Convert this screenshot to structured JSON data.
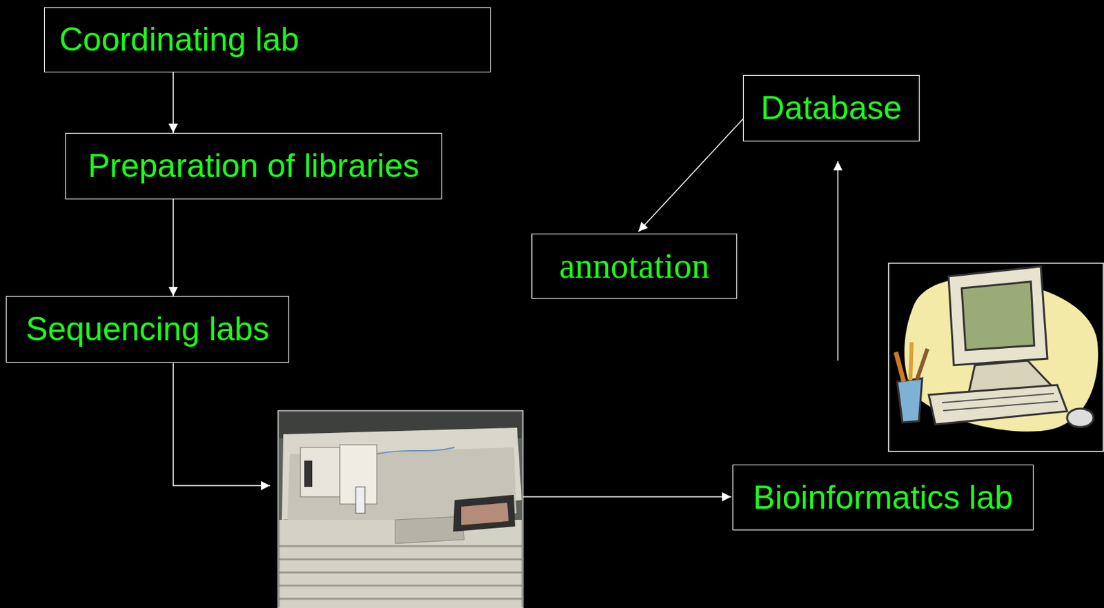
{
  "diagram": {
    "nodes": [
      {
        "text": [
          "Coordinating lab"
        ]
      },
      {
        "text": [
          "Preparation of libraries"
        ]
      },
      {
        "text": [
          "Sequencing labs"
        ]
      },
      {
        "text": [
          "Database"
        ]
      },
      {
        "text": [
          "annotation"
        ]
      },
      {
        "text": [
          "Bioinformatics lab"
        ]
      }
    ],
    "edges": [
      {
        "from": 0,
        "to": 1,
        "arrow": "to"
      },
      {
        "from": 1,
        "to": 2,
        "arrow": "to"
      },
      {
        "from": 3,
        "to": 4,
        "arrow": "to"
      }
    ]
  }
}
